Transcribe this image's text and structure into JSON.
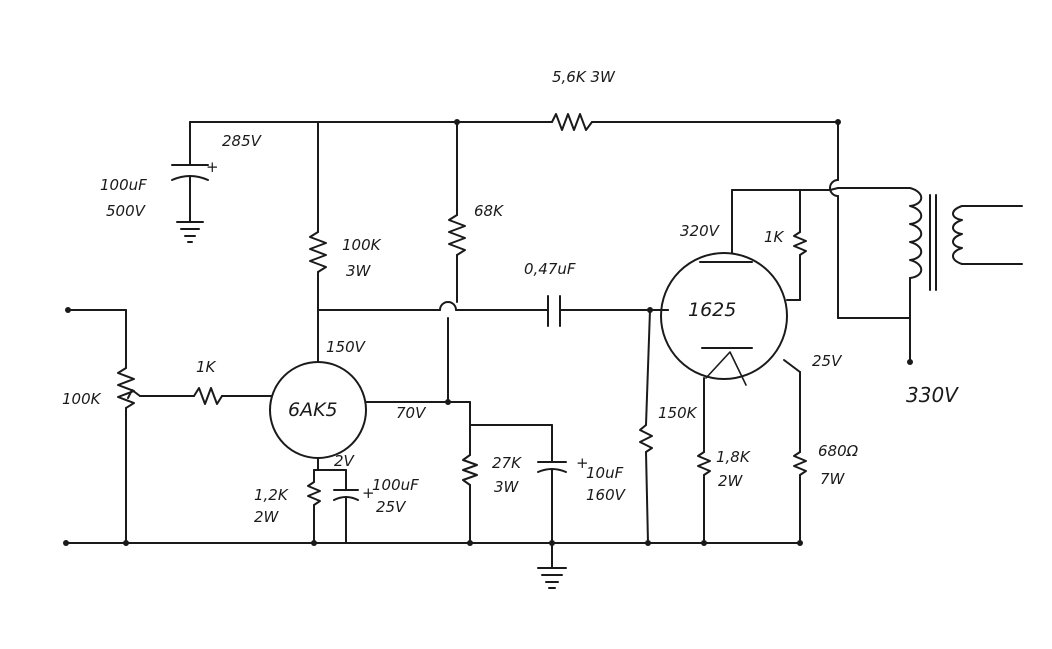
{
  "labels": {
    "r_5k6": "5,6K 3W",
    "v_285": "285V",
    "c_100uf_500v_a": "100uF",
    "c_100uf_500v_b": "500V",
    "r_100k_a": "100K",
    "r_100k_b": "3W",
    "r_68k": "68K",
    "c_047": "0,47uF",
    "v_320": "320V",
    "r_1k_screen": "1K",
    "tube_1625": "1625",
    "pot_100k": "100K",
    "r_1k_grid": "1K",
    "tube_6ak5": "6AK5",
    "v_150": "150V",
    "v_70": "70V",
    "v_2": "2V",
    "r_1k2_a": "1,2K",
    "r_1k2_b": "2W",
    "c_100uf_25v_a": "100uF",
    "c_100uf_25v_b": "25V",
    "r_27k_a": "27K",
    "r_27k_b": "3W",
    "c_10uf_a": "10uF",
    "c_10uf_b": "160V",
    "r_150k": "150K",
    "r_1k8_a": "1,8K",
    "r_1k8_b": "2W",
    "r_680_a": "680Ω",
    "r_680_b": "7W",
    "v_25": "25V",
    "v_330": "330V"
  }
}
